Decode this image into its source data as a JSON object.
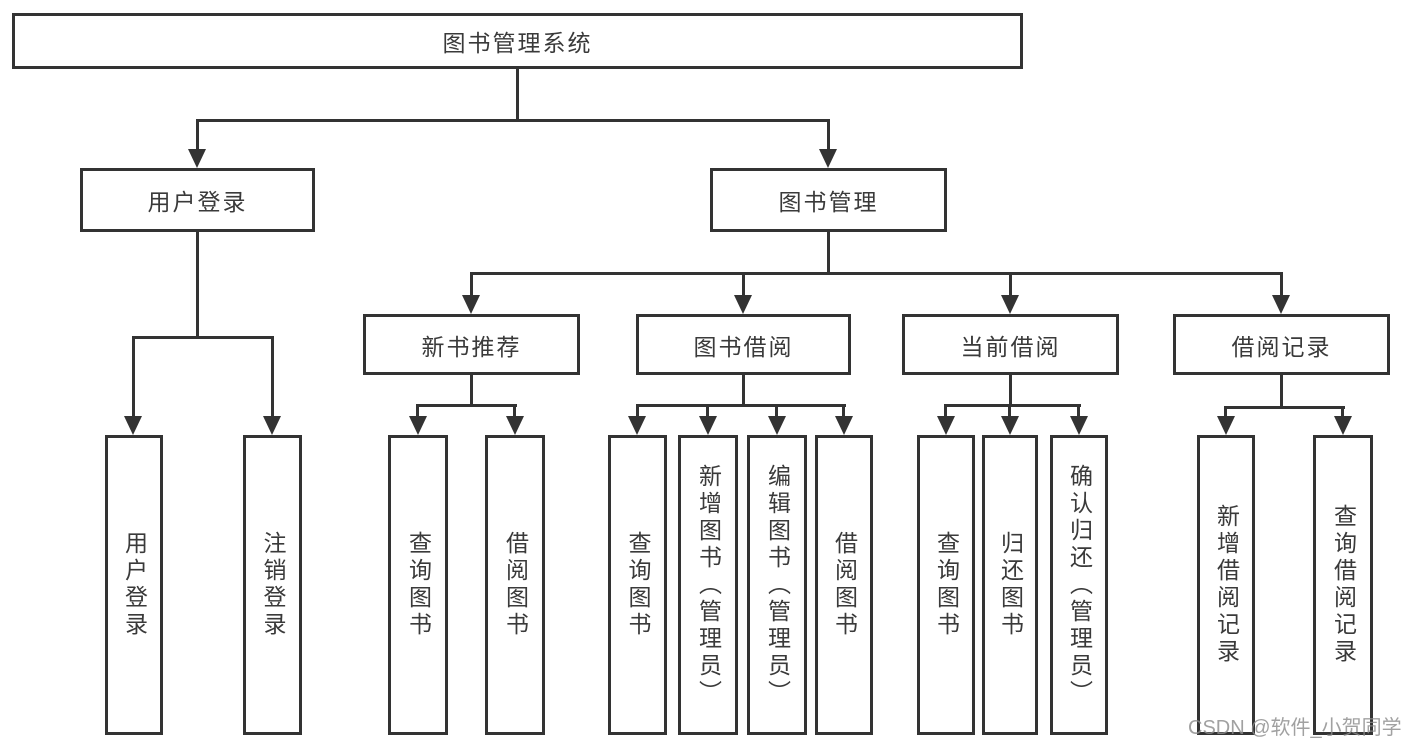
{
  "tree": {
    "root": {
      "label": "图书管理系统",
      "children": [
        {
          "label": "用户登录",
          "children": [
            {
              "label": "用户登录"
            },
            {
              "label": "注销登录"
            }
          ]
        },
        {
          "label": "图书管理",
          "children": [
            {
              "label": "新书推荐",
              "children": [
                {
                  "label": "查询图书"
                },
                {
                  "label": "借阅图书"
                }
              ]
            },
            {
              "label": "图书借阅",
              "children": [
                {
                  "label": "查询图书"
                },
                {
                  "label": "新增图书（管理员）"
                },
                {
                  "label": "编辑图书（管理员）"
                },
                {
                  "label": "借阅图书"
                }
              ]
            },
            {
              "label": "当前借阅",
              "children": [
                {
                  "label": "查询图书"
                },
                {
                  "label": "归还图书"
                },
                {
                  "label": "确认归还（管理员）"
                }
              ]
            },
            {
              "label": "借阅记录",
              "children": [
                {
                  "label": "新增借阅记录"
                },
                {
                  "label": "查询借阅记录"
                }
              ]
            }
          ]
        }
      ]
    }
  },
  "watermark": {
    "text": "CSDN @软件_小贺同学"
  },
  "colors": {
    "line": "#333333",
    "text": "#3a3a3a",
    "background": "#ffffff",
    "watermark": "#8c8c8c"
  }
}
